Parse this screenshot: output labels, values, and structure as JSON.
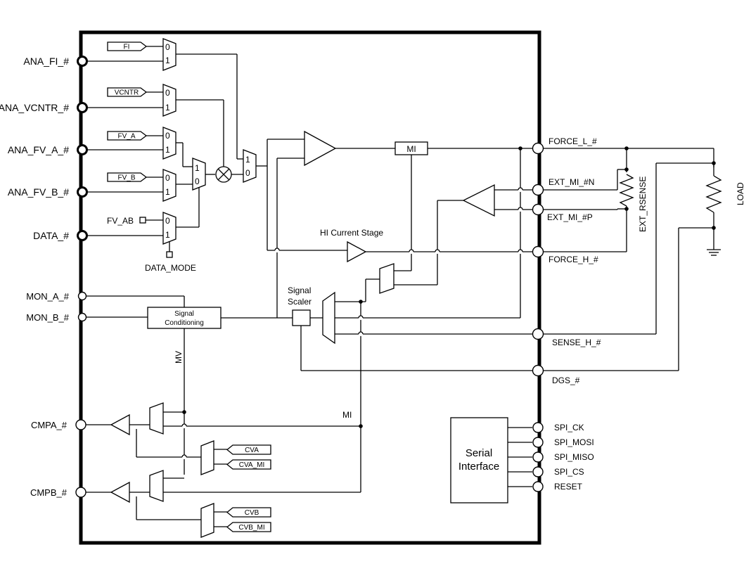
{
  "left_pins": {
    "ana_fi": "ANA_FI_#",
    "ana_vcntr": "ANA_VCNTR_#",
    "ana_fv_a": "ANA_FV_A_#",
    "ana_fv_b": "ANA_FV_B_#",
    "data": "DATA_#",
    "mon_a": "MON_A_#",
    "mon_b": "MON_B_#",
    "cmpa": "CMPA_#",
    "cmpb": "CMPB_#"
  },
  "right_pins": {
    "force_l": "FORCE_L_#",
    "ext_mi_n": "EXT_MI_#N",
    "ext_mi_p": "EXT_MI_#P",
    "force_h": "FORCE_H_#",
    "sense_h": "SENSE_H_#",
    "dgs": "DGS_#",
    "spi_ck": "SPI_CK",
    "spi_mosi": "SPI_MOSI",
    "spi_miso": "SPI_MISO",
    "spi_cs": "SPI_CS",
    "reset": "RESET"
  },
  "tags": {
    "fi": "FI",
    "vcntr": "VCNTR",
    "fv_a": "FV_A",
    "fv_b": "FV_B",
    "cva": "CVA",
    "cva_mi": "CVA_MI",
    "cvb": "CVB",
    "cvb_mi": "CVB_MI"
  },
  "labels": {
    "fv_ab": "FV_AB",
    "data_mode": "DATA_MODE",
    "hi_current_stage": "HI Current Stage",
    "signal_scaler_1": "Signal",
    "signal_scaler_2": "Scaler",
    "signal_conditioning_1": "Signal",
    "signal_conditioning_2": "Conditioning",
    "mi_block": "MI",
    "mv": "MV",
    "mi_net": "MI",
    "serial_interface_1": "Serial",
    "serial_interface_2": "Interface",
    "ext_rsense": "EXT_RSENSE",
    "load": "LOAD"
  },
  "mux_inputs": {
    "zero": "0",
    "one": "1"
  }
}
